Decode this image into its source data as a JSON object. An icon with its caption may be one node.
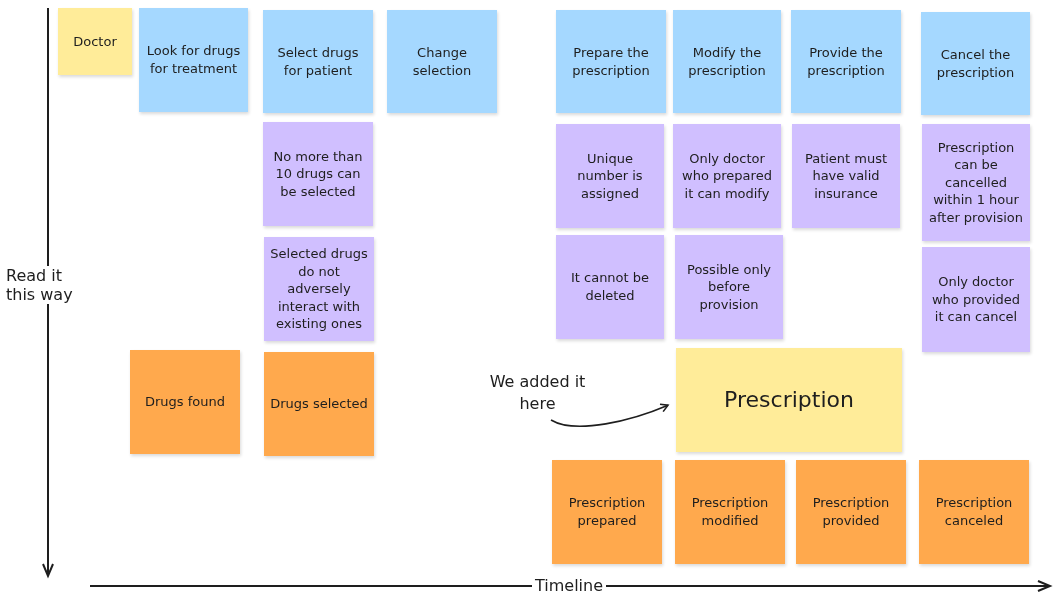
{
  "diagram": {
    "nodes": [
      {
        "text": [
          "Doctor"
        ]
      },
      {
        "text": [
          "Look for drugs for treatment"
        ]
      },
      {
        "text": [
          "Select drugs for patient"
        ]
      },
      {
        "text": [
          "Change selection"
        ]
      },
      {
        "text": [
          "Prepare the prescription"
        ]
      },
      {
        "text": [
          "Modify the prescription"
        ]
      },
      {
        "text": [
          "Provide the prescription"
        ]
      },
      {
        "text": [
          "Cancel the prescription"
        ]
      },
      {
        "text": [
          "No more than 10 drugs can be selected"
        ]
      },
      {
        "text": [
          "Unique number is assigned"
        ]
      },
      {
        "text": [
          "Only doctor who prepared it can modify"
        ]
      },
      {
        "text": [
          "Patient must have valid insurance"
        ]
      },
      {
        "text": [
          "Prescription can be cancelled within 1 hour after provision"
        ]
      },
      {
        "text": [
          "Selected drugs do not adversely interact with existing ones"
        ]
      },
      {
        "text": [
          "It cannot be deleted"
        ]
      },
      {
        "text": [
          "Possible only before provision"
        ]
      },
      {
        "text": [
          "Only doctor who provided it can cancel"
        ]
      },
      {
        "text": [
          "Drugs found"
        ]
      },
      {
        "text": [
          "Drugs selected"
        ]
      },
      {
        "text": [
          "We added it here"
        ]
      },
      {
        "text": [
          "Prescription"
        ]
      },
      {
        "text": [
          "Prescription prepared"
        ]
      },
      {
        "text": [
          "Prescription modified"
        ]
      },
      {
        "text": [
          "Prescription provided"
        ]
      },
      {
        "text": [
          "Prescription canceled"
        ]
      }
    ],
    "edges": [
      {
        "from": 19,
        "to": 20,
        "arrow": "to"
      }
    ],
    "labels": [
      "Read it this way",
      "Timeline"
    ]
  }
}
